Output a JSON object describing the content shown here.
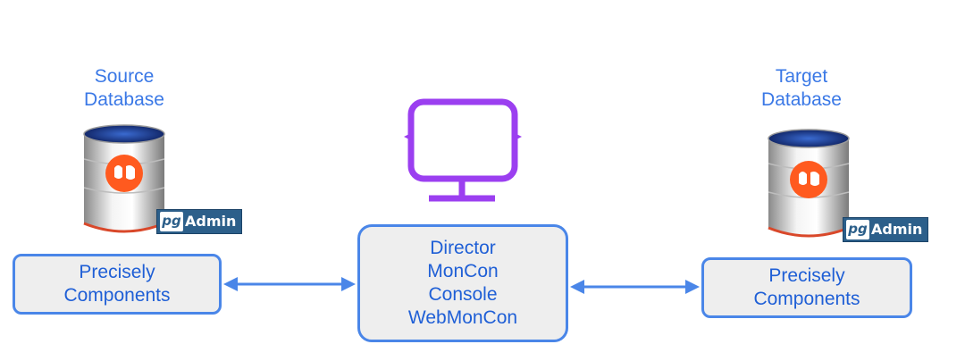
{
  "source": {
    "title_lines": [
      "Source",
      "Database"
    ],
    "components_lines": [
      "Precisely",
      "Components"
    ],
    "badge_pg": "pg",
    "badge_text": "Admin"
  },
  "target": {
    "title_lines": [
      "Target",
      "Database"
    ],
    "components_lines": [
      "Precisely",
      "Components"
    ],
    "badge_pg": "pg",
    "badge_text": "Admin"
  },
  "center": {
    "lines": [
      "Director",
      "MonCon",
      "Console",
      "WebMonCon"
    ],
    "icon": "monitor-icon"
  },
  "colors": {
    "accent_blue": "#4a86e8",
    "text_blue": "#1f5fd6",
    "box_fill": "#eeeeee",
    "monitor_purple": "#9b3ff0",
    "db_badge_orange": "#ff5a1f",
    "pgadmin_bg": "#2c5f8a"
  }
}
